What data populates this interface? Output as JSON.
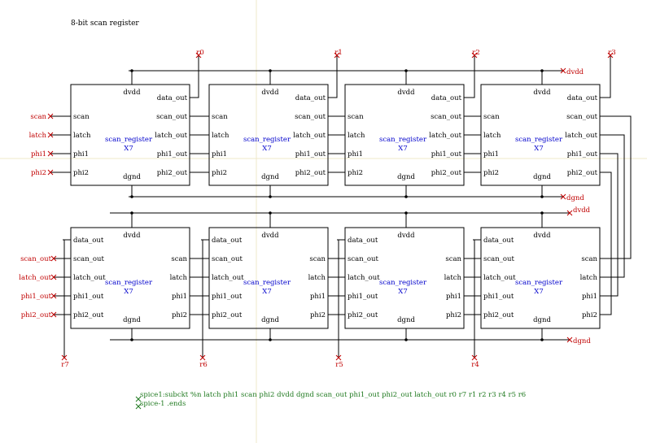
{
  "title": "8-bit scan register",
  "block": {
    "name": "scan_register",
    "instance": "X7",
    "dvdd": "dvdd",
    "dgnd": "dgnd",
    "top_left_pins": [
      "scan",
      "latch",
      "phi1",
      "phi2"
    ],
    "top_right_pins": [
      "data_out",
      "scan_out",
      "latch_out",
      "phi1_out",
      "phi2_out"
    ],
    "bottom_left_pins": [
      "data_out",
      "scan_out",
      "latch_out",
      "phi1_out",
      "phi2_out"
    ],
    "bottom_right_pins": [
      "scan",
      "latch",
      "phi1",
      "phi2"
    ]
  },
  "ports": {
    "left_inputs": [
      "scan",
      "latch",
      "phi1",
      "phi2"
    ],
    "left_outputs": [
      "scan_out",
      "latch_out",
      "phi1_out",
      "phi2_out"
    ],
    "top_outputs": [
      "r0",
      "r1",
      "r2",
      "r3"
    ],
    "bottom_outputs": [
      "r7",
      "r6",
      "r5",
      "r4"
    ],
    "dvdd": "dvdd",
    "dgnd": "dgnd"
  },
  "spice": {
    "line1": "spice1:subckt %n latch phi1 scan phi2 dvdd dgnd scan_out phi1_out phi2_out latch_out r0 r7 r1 r2 r3 r4 r5 r6",
    "line2": "spice-1 .ends"
  },
  "colors": {
    "wire": "#000000",
    "port": "#c00000",
    "instance": "#0000cc",
    "spice": "#207a20",
    "grid": "#efe9c8"
  }
}
